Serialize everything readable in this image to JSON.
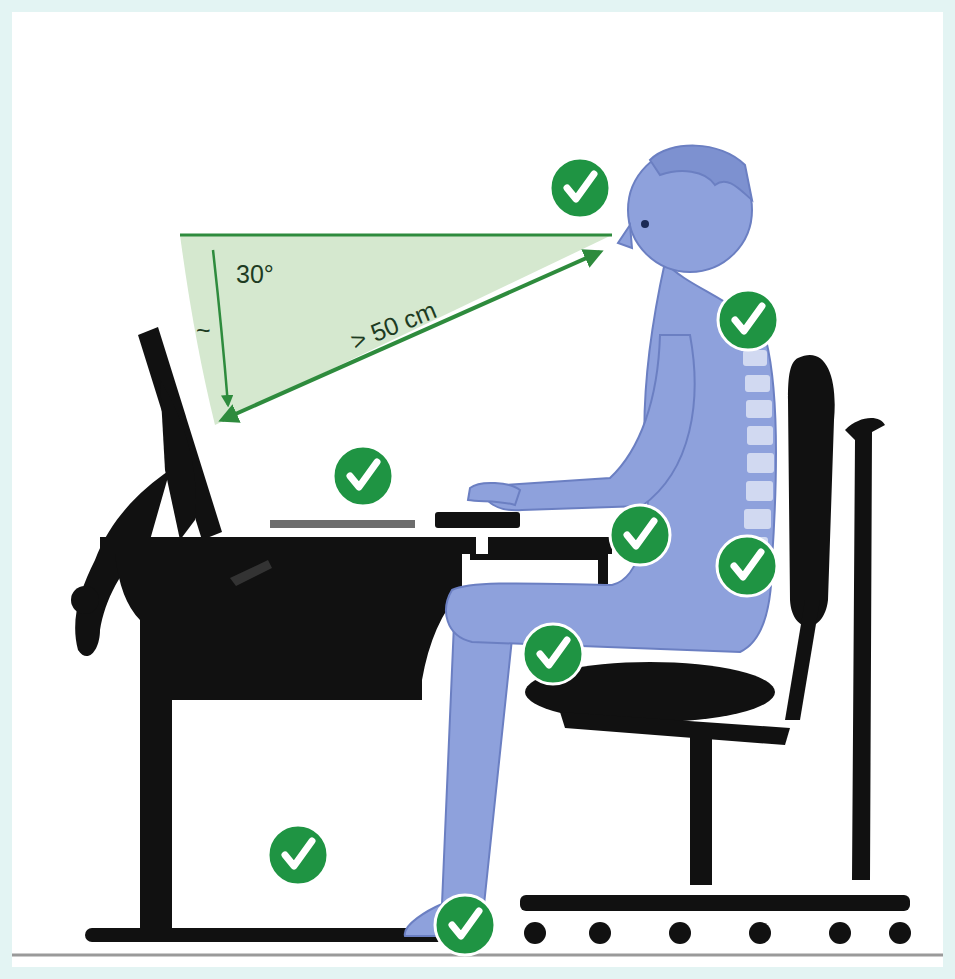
{
  "diagram": {
    "labels": [
      "~",
      "30°",
      "> 50 cm"
    ]
  }
}
